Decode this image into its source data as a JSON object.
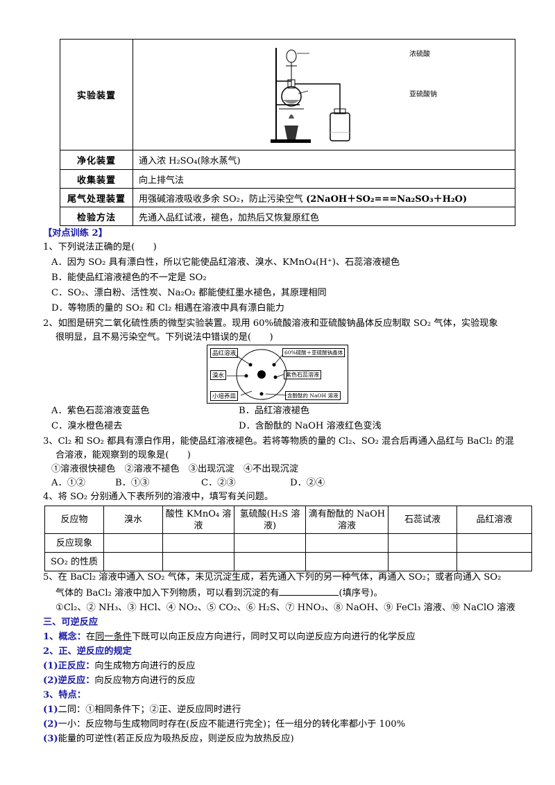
{
  "table1": {
    "rows": [
      {
        "key": "实验装置",
        "value": ""
      },
      {
        "key": "净化装置",
        "value": "通入浓 H₂SO₄(除水蒸气)"
      },
      {
        "key": "收集装置",
        "value": "向上排气法"
      },
      {
        "key": "尾气处理装置",
        "value": "用强碱溶液吸收多余 SO₂，防止污染空气",
        "value_bold": "(2NaOH＋SO₂===Na₂SO₃＋H₂O)"
      },
      {
        "key": "检验方法",
        "value": "先通入品红试液，褪色，加热后又恢复原红色"
      }
    ],
    "apparatus_labels": {
      "top": "浓硫酸",
      "mid": "亚硫酸钠"
    }
  },
  "section_practice": "【对点训练 2】",
  "q1": {
    "stem": "1、下列说法正确的是(　　)",
    "A": "A．因为 SO₂ 具有漂白性，所以它能使品红溶液、溴水、KMnO₄(H⁺)、石蕊溶液褪色",
    "B": "B．能使品红溶液褪色的不一定是 SO₂",
    "C": "C．SO₂、漂白粉、活性炭、Na₂O₂ 都能使红墨水褪色，其原理相同",
    "D": "D．等物质的量的 SO₂ 和 Cl₂ 相遇在溶液中具有漂白能力"
  },
  "q2": {
    "stem1": "2、如图是研究二氧化硫性质的微型实验装置。现用 60%硫酸溶液和亚硫酸钠晶体反应制取 SO₂ 气体，实验现象",
    "stem2": "很明显，且不易污染空气。下列说法中错误的是(　　)",
    "diagram": {
      "tl": "品红溶液",
      "tr": "60%硫酸＋亚硫酸钠晶体",
      "ml": "溴水",
      "mr": "紫色石蕊溶液",
      "bl": "小培养皿",
      "br": "含酚酞的 NaOH 溶液"
    },
    "A": "A．紫色石蕊溶液变蓝色",
    "B": "B．品红溶液褪色",
    "C": "C．溴水橙色褪去",
    "D": "D．含酚酞的 NaOH 溶液红色变浅"
  },
  "q3": {
    "stem1": "3、Cl₂ 和 SO₂ 都具有漂白作用，能使品红溶液褪色。若将等物质的量的 Cl₂、SO₂ 混合后再通入品红与 BaCl₂ 的混",
    "stem2": "合溶液，能观察到的现象是(　　)",
    "items": "①溶液很快褪色　②溶液不褪色　③出现沉淀　④不出现沉淀",
    "A": "A．①②",
    "B": "B．①③",
    "C": "C．②③",
    "D": "D．②④"
  },
  "q4": {
    "stem": "4、将 SO₂ 分别通入下表所列的溶液中，填写有关问题。",
    "headers": [
      "反应物",
      "溴水",
      "酸性 KMnO₄ 溶液",
      "氢硫酸(H₂S 溶液)",
      "滴有酚酞的 NaOH 溶液",
      "石蕊试液",
      "品红溶液"
    ],
    "row1": "反应现象",
    "row2": "SO₂ 的性质"
  },
  "q5": {
    "stem1": "5、在 BaCl₂ 溶液中通入 SO₂ 气体，未见沉淀生成，若先通入下列的另一种气体，再通入 SO₂；或者向通入 SO₂",
    "stem2a": "气体的 BaCl₂ 溶液中加入下列物质，可以看到沉淀的有",
    "stem2b": "(填序号)。",
    "items": "①Cl₂、② NH₃、③ HCl、④ NO₂、⑤ CO₂、⑥ H₂S、⑦ HNO₃、⑧ NaOH、⑨ FeCl₃ 溶液、⑩ NaClO 溶液"
  },
  "section3": {
    "title": "三、可逆反应",
    "concept_label": "1、概念：",
    "concept_pre": "在",
    "concept_ul": "同一条件",
    "concept_post": "下既可以向正反应方向进行，同时又可以向逆反应方向进行的化学反应",
    "def_title": "2、正、逆反应的规定",
    "fwd_label": "(1)正反应：",
    "fwd_text": "向生成物方向进行的反应",
    "rev_label": "(2)逆反应：",
    "rev_text": "向反应物方向进行的反应",
    "feat_title": "3、特点：",
    "f1_label": "(1)",
    "f1_text": "二同：①相同条件下；②正、逆反应同时进行",
    "f2_label": "(2)",
    "f2_text": "一小：反应物与生成物同时存在(反应不能进行完全)；任一组分的转化率都小于 100%",
    "f3_label": "(3)",
    "f3_text": "能量的可逆性(若正反应为吸热反应，则逆反应为放热反应)"
  }
}
